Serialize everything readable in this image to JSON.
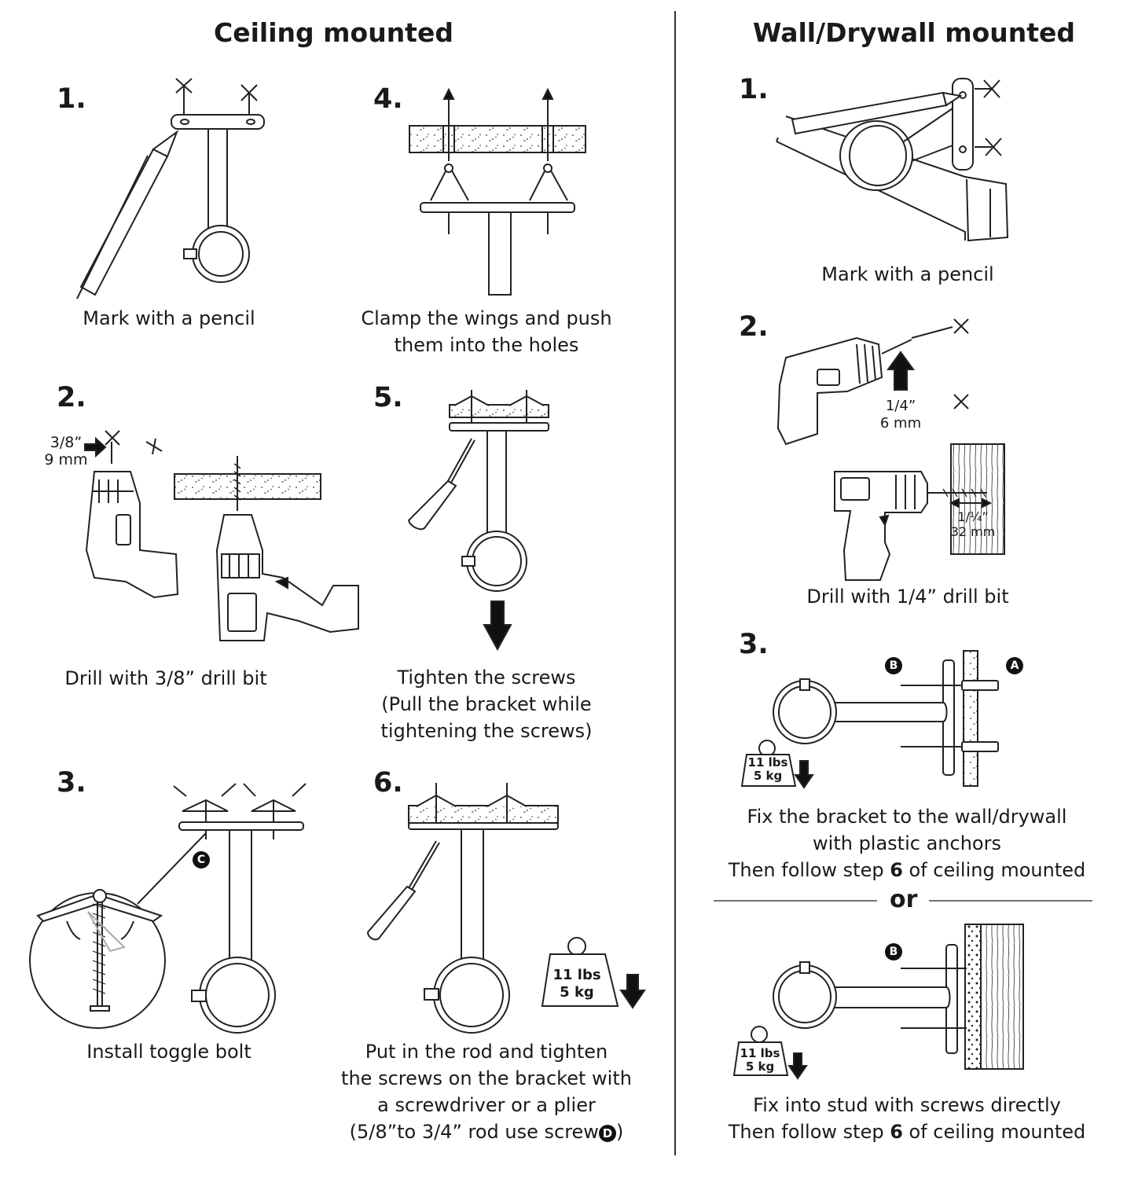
{
  "headings": {
    "ceiling": "Ceiling mounted",
    "wall": "Wall/Drywall mounted"
  },
  "ceiling_steps": [
    {
      "num": "1.",
      "caption": [
        "Mark with a pencil"
      ]
    },
    {
      "num": "2.",
      "caption": [
        "Drill with 3/8” drill bit"
      ],
      "label": [
        "3/8”",
        "9 mm"
      ]
    },
    {
      "num": "3.",
      "caption": [
        "Install toggle bolt"
      ],
      "badge": "C"
    },
    {
      "num": "4.",
      "caption": [
        "Clamp the wings and push",
        "them into the holes"
      ]
    },
    {
      "num": "5.",
      "caption": [
        "Tighten the screws",
        "(Pull the bracket while",
        "tightening the screws)"
      ]
    },
    {
      "num": "6.",
      "caption": [
        "Put in the rod and tighten",
        "the screws on the bracket with",
        "a screwdriver or a plier",
        "(5/8”to 3/4” rod use screw"
      ],
      "caption_end": ")",
      "badge": "D",
      "weight": [
        "11 lbs",
        "5 kg"
      ]
    }
  ],
  "wall_steps": [
    {
      "num": "1.",
      "caption": [
        "Mark with a pencil"
      ]
    },
    {
      "num": "2.",
      "caption": [
        "Drill with 1/4” drill bit"
      ],
      "label": [
        "1/4”",
        "6 mm"
      ],
      "label2": [
        "1/¼”",
        "32 mm"
      ]
    },
    {
      "num": "3.",
      "caption": [
        "Fix the bracket to the wall/drywall",
        "with plastic anchors"
      ],
      "follow_pre": "Then follow step ",
      "follow_bold": "6",
      "follow_post": " of ceiling mounted",
      "badges": [
        "B",
        "A"
      ],
      "weight": [
        "11 lbs",
        "5 kg"
      ]
    }
  ],
  "or_text": "or",
  "wall_alt": {
    "caption": "Fix into stud with screws directly",
    "follow_pre": "Then follow step ",
    "follow_bold": "6",
    "follow_post": " of ceiling mounted",
    "badge": "B",
    "weight": [
      "11 lbs",
      "5 kg"
    ]
  }
}
